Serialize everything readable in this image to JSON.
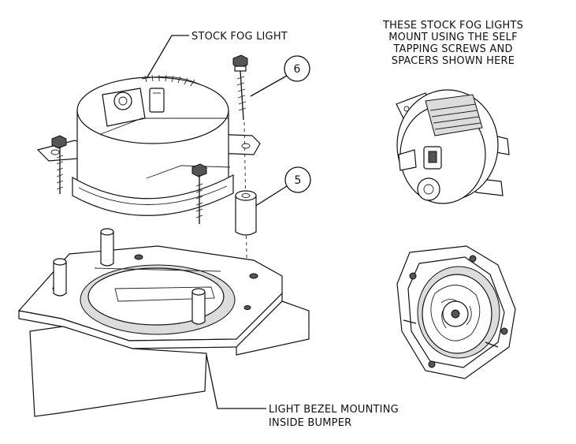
{
  "labels": {
    "stock_fog_light": "STOCK FOG LIGHT",
    "note_lines": [
      "THESE STOCK FOG LIGHTS",
      "MOUNT USING THE SELF",
      "TAPPING SCREWS AND",
      "SPACERS SHOWN HERE"
    ],
    "bezel_lines": [
      "LIGHT BEZEL MOUNTING",
      "INSIDE BUMPER"
    ]
  },
  "balloons": {
    "screw": "6",
    "spacer": "5"
  }
}
